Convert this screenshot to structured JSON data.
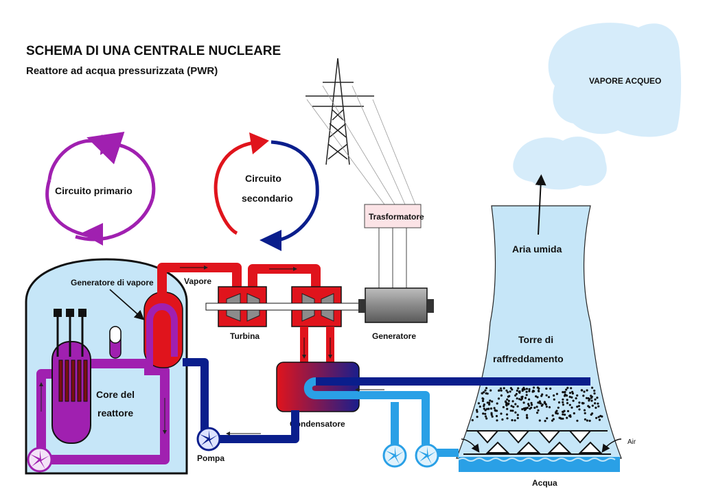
{
  "header": {
    "title": "SCHEMA DI UNA CENTRALE NUCLEARE",
    "subtitle": "Reattore ad acqua pressurizzata (PWR)"
  },
  "cycles": {
    "primary": "Circuito primario",
    "secondary_line1": "Circuito",
    "secondary_line2": "secondario"
  },
  "labels": {
    "vapore_acqueo": "VAPORE ACQUEO",
    "trasformatore": "Trasformatore",
    "aria_umida": "Aria umida",
    "generatore_vapore": "Generatore di vapore",
    "vapore": "Vapore",
    "turbina": "Turbina",
    "generatore": "Generatore",
    "core_line1": "Core del",
    "core_line2": "reattore",
    "torre_line1": "Torre di",
    "torre_line2": "raffreddamento",
    "condensatore": "Condensatore",
    "pompa": "Pompa",
    "air": "Air",
    "acqua": "Acqua"
  },
  "colors": {
    "primary_circuit": "#a020b0",
    "secondary_hot": "#e0141c",
    "secondary_cold": "#0a1e8c",
    "cooling_water": "#2aa0e6",
    "tower_fill": "#c6e6f8",
    "cloud": "#d6ecfa"
  }
}
